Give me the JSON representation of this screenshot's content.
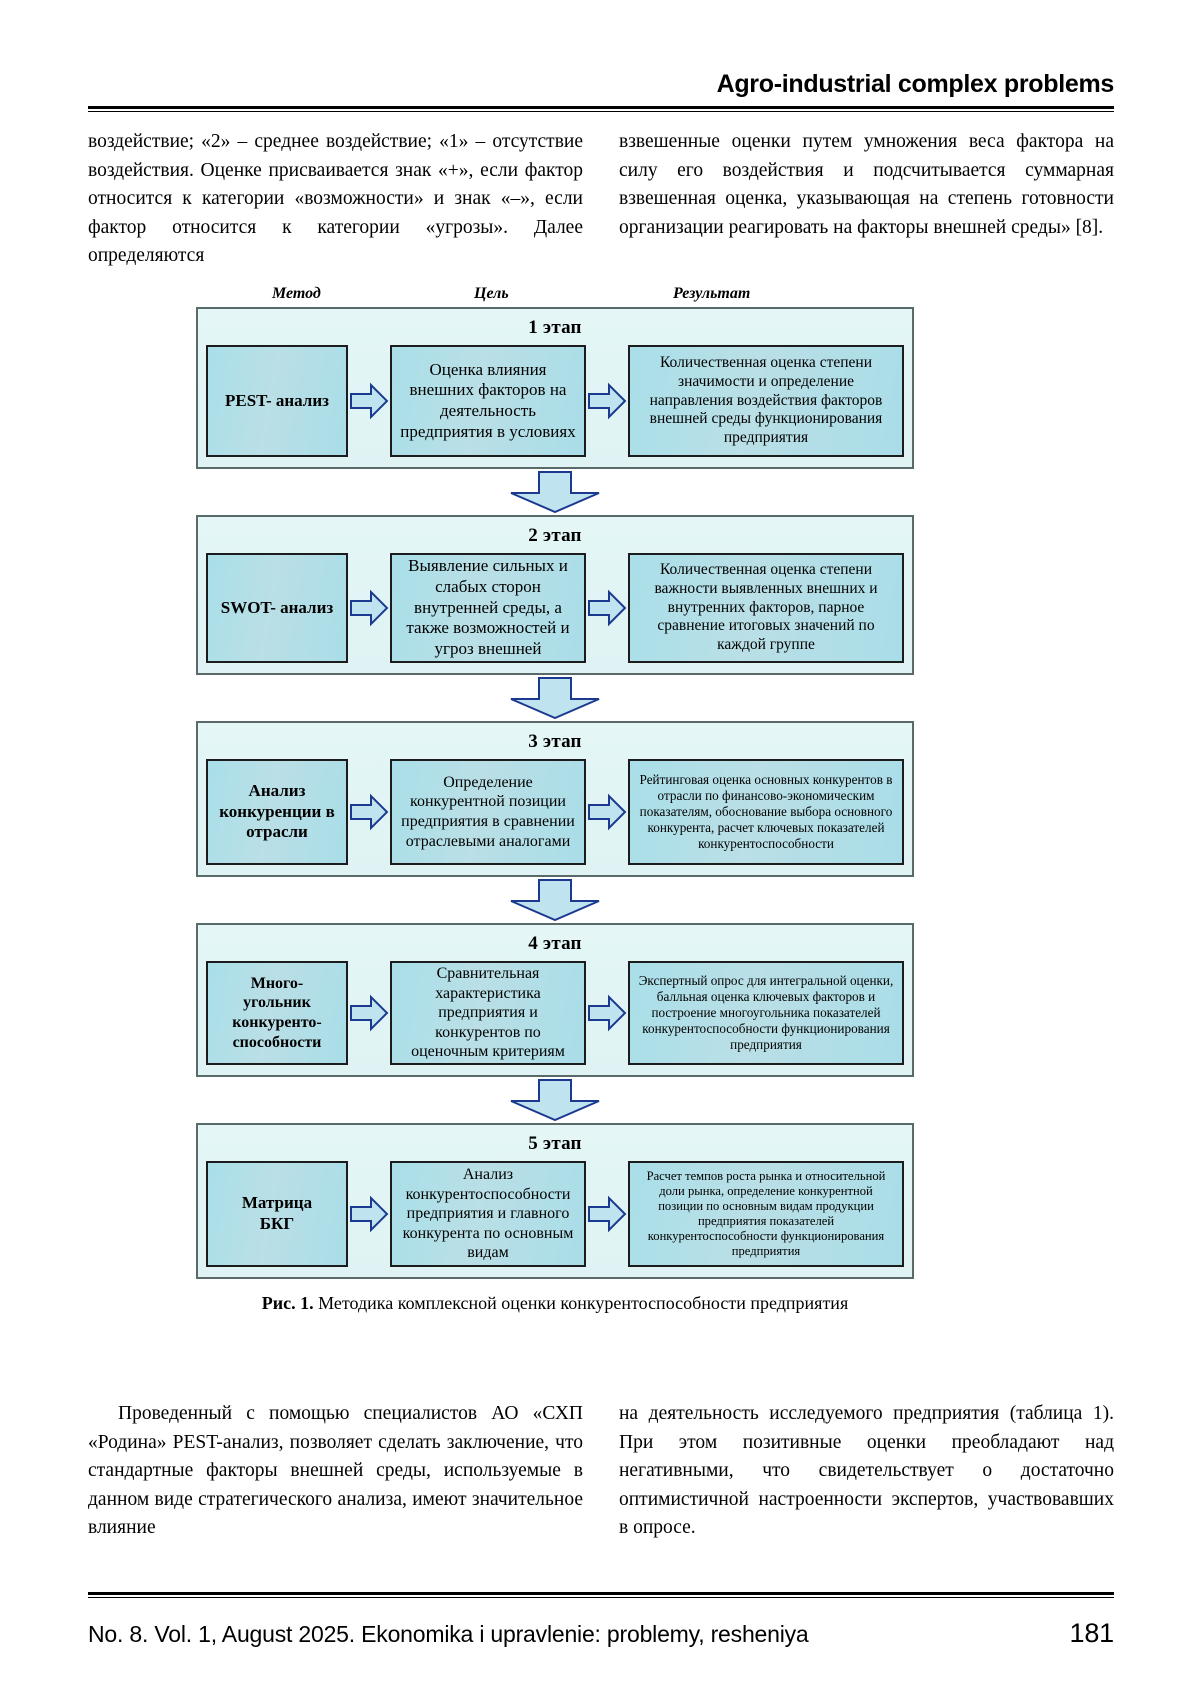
{
  "header": {
    "running_head": "Agro-industrial complex problems"
  },
  "body_top": {
    "left": "воздействие; «2» – среднее воздействие; «1» – отсутствие воздействия. Оценке присваивается знак «+», если фактор относится к категории «возможности» и знак «–», если фактор относится к категории «угрозы». Далее определяются",
    "right": "взвешенные оценки путем умножения веса фактора на силу его воздействия и подсчитывается суммарная взвешенная оценка, указывающая на степень готовности организации реагировать на факторы внешней среды» [8]."
  },
  "figure": {
    "column_headers": {
      "method": "Метод",
      "goal": "Цель",
      "result": "Результат"
    },
    "stages": [
      {
        "title": "1 этап",
        "method": "PEST-\nанализ",
        "goal": "Оценка влияния внешних факторов на деятельность предприятия в условиях",
        "result": "Количественная оценка степени значимости и определение направления воздействия факторов внешней среды функционирования предприятия"
      },
      {
        "title": "2 этап",
        "method": "SWOT-\nанализ",
        "goal": "Выявление сильных и слабых сторон внутренней среды, а также возможностей и угроз внешней",
        "result": "Количественная оценка степени важности выявленных внешних и внутренних факторов, парное сравнение итоговых значений по каждой группе"
      },
      {
        "title": "3 этап",
        "method": "Анализ конкуренции в отрасли",
        "goal": "Определение конкурентной позиции предприятия в сравнении отраслевыми аналогами",
        "result": "Рейтинговая оценка основных конкурентов в отрасли по финансово-экономическим показателям, обоснование выбора основного конкурента, расчет ключевых показателей конкурентоспособности"
      },
      {
        "title": "4 этап",
        "method": "Много-\nугольник\nконкуренто-\nспособности",
        "goal": "Сравнительная характеристика предприятия и конкурентов по оценочным критериям",
        "result": "Экспертный опрос для интегральной оценки, балльная оценка ключевых факторов и построение многоугольника показателей конкурентоспособности функционирования предприятия"
      },
      {
        "title": "5 этап",
        "method": "Матрица\nБКГ",
        "goal": "Анализ конкурентоспособности предприятия и главного конкурента по основным видам",
        "result": "Расчет темпов роста рынка и относительной доли рынка, определение конкурентной позиции по основным видам продукции предприятия показателей конкурентоспособности функционирования предприятия"
      }
    ],
    "caption_label": "Рис. 1.",
    "caption_text": " Методика комплексной оценки конкурентоспособности предприятия"
  },
  "body_bottom": {
    "left": "Проведенный с помощью специалистов АО «СХП «Родина» PEST-анализ, позволяет сделать заключение, что стандартные факторы внешней среды, используемые в данном виде стратегического анализа, имеют значительное влияние",
    "right": "на деятельность исследуемого предприятия (таблица 1). При этом позитивные оценки преобладают над негативными, что свидетельствует о достаточно оптимистичной настроенности экспертов, участвовавших в опросе."
  },
  "footer": {
    "journal_line": "No. 8. Vol. 1, August 2025. Ekonomika i upravlenie: problemy, resheniya",
    "page_number": "181"
  },
  "colors": {
    "stage_bg": "#e2f5f5",
    "node_bg": "#a9dde8",
    "node_border": "#1c1c1c",
    "stage_border": "#5a6a6a",
    "arrow_fill": "#bfe4ef",
    "arrow_stroke": "#1b3a8f"
  }
}
